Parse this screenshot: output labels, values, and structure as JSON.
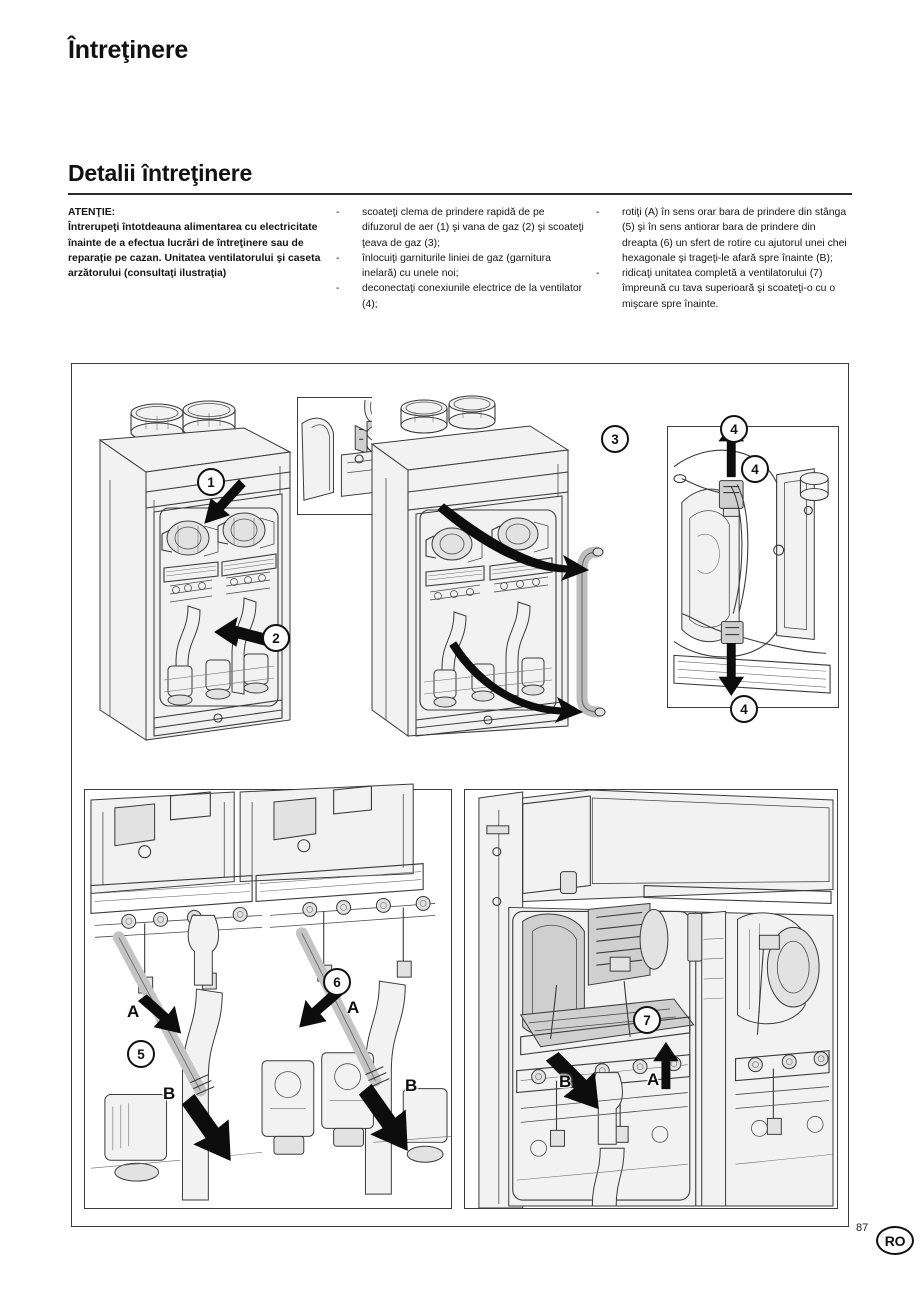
{
  "document": {
    "chapter_title": "Întreţinere",
    "section_title": "Detalii întreţinere",
    "page_number": "87",
    "language_code": "RO"
  },
  "warning": {
    "label": "ATENŢIE:",
    "body": "Întrerupeţi întotdeauna alimentarea cu electricitate înainte de a efectua lucrări de întreţinere sau de reparaţie pe cazan. Unitatea ventilatorului şi caseta arzătorului (consultaţi ilustraţia)"
  },
  "steps_column_1": {
    "dash": "-",
    "items": [
      "scoateţi clema de prindere rapidă de pe difuzorul de aer (1) şi vana de gaz (2) şi scoateţi ţeava de gaz (3);",
      "înlocuiţi garniturile liniei de gaz (garnitura inelară) cu unele noi;",
      "deconectaţi conexiunile electrice de la ventilator (4);"
    ]
  },
  "steps_column_2": {
    "dash": "-",
    "items": [
      "rotiţi (A) în sens orar bara de prindere din stânga (5) şi în sens antiorar bara de prindere din dreapta (6) un sfert de rotire cu ajutorul unei chei hexagonale şi trageţi-le afară spre înainte (B);",
      "ridicaţi unitatea completă a ventilatorului (7) împreună cu tava superioară şi scoateţi-o cu o mişcare spre înainte."
    ]
  },
  "figure": {
    "panels": [
      {
        "name": "boiler-front-open-view",
        "callouts": [
          "1",
          "2"
        ]
      },
      {
        "name": "gas-clip-detail-inset",
        "callouts": []
      },
      {
        "name": "boiler-gas-pipe-removal-view",
        "callouts": [
          "3"
        ]
      },
      {
        "name": "fan-electrical-connections",
        "callouts": [
          "4",
          "4",
          "4"
        ]
      },
      {
        "name": "clamp-bars-detail",
        "callouts": [
          "5",
          "6"
        ],
        "letters": [
          "A",
          "B",
          "A",
          "B"
        ]
      },
      {
        "name": "fan-unit-lift-detail",
        "callouts": [
          "7"
        ],
        "letters": [
          "A",
          "B"
        ]
      }
    ],
    "callout_labels": {
      "c1": "1",
      "c2": "2",
      "c3": "3",
      "c4a": "4",
      "c4b": "4",
      "c4c": "4",
      "c5": "5",
      "c6": "6",
      "c7": "7"
    },
    "letter_labels": {
      "a1": "A",
      "b1": "B",
      "a2": "A",
      "b2": "B",
      "a3": "A",
      "b3": "B"
    }
  },
  "colors": {
    "ink": "#111111",
    "rule": "#2a2a2a",
    "line": "#3a3a3a",
    "panel_border": "#3d3d3d"
  }
}
